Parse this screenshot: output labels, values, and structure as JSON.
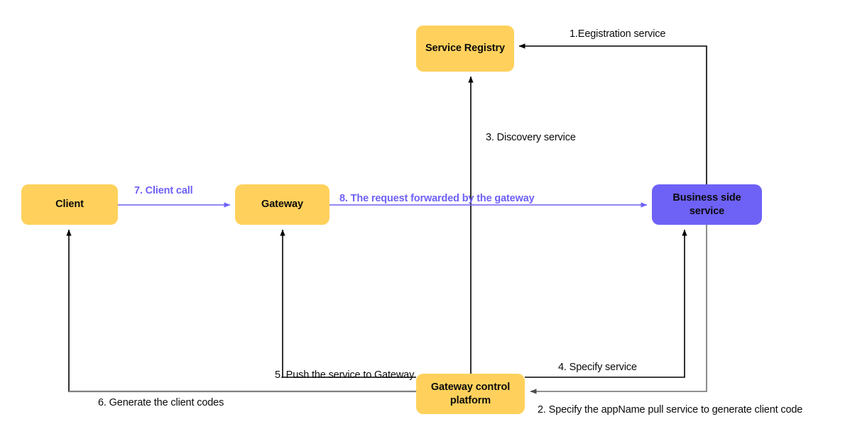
{
  "diagram": {
    "title": "Microservice gateway flow",
    "colors": {
      "node_yellow": "#FFD15C",
      "node_purple": "#6E61F6",
      "accent_text": "#6E61F6",
      "wire_black": "#000000",
      "wire_grey": "#808080",
      "background": "#FFFFFF"
    },
    "nodes": [
      {
        "id": "client",
        "label": "Client",
        "color": "yellow"
      },
      {
        "id": "gateway",
        "label": "Gateway",
        "color": "yellow"
      },
      {
        "id": "service_registry",
        "label": "Service Registry",
        "color": "yellow"
      },
      {
        "id": "business_side",
        "label": "Business side\nservice",
        "color": "purple"
      },
      {
        "id": "gateway_control",
        "label": "Gateway control\nplatform",
        "color": "yellow"
      }
    ],
    "node_labels": {
      "client": "Client",
      "gateway": "Gateway",
      "service_registry": "Service Registry",
      "business_side_line1": "Business side",
      "business_side_line2": "service",
      "gateway_control_line1": "Gateway control",
      "gateway_control_line2": "platform"
    },
    "edges": [
      {
        "n": "1",
        "label": "1.Eegistration service",
        "from": "business_side",
        "to": "service_registry",
        "style": "black"
      },
      {
        "n": "2",
        "label": "2. Specify the appName pull service to generate client code",
        "from": "business_side",
        "to": "gateway_control",
        "style": "grey"
      },
      {
        "n": "3",
        "label": "3. Discovery service",
        "from": "gateway_control",
        "to": "service_registry",
        "style": "black"
      },
      {
        "n": "4",
        "label": "4. Specify service",
        "from": "gateway_control",
        "to": "business_side",
        "style": "black"
      },
      {
        "n": "5",
        "label": "5. Push the service to Gateway",
        "from": "gateway_control",
        "to": "gateway",
        "style": "black"
      },
      {
        "n": "6",
        "label": "6. Generate the client codes",
        "from": "gateway_control",
        "to": "client",
        "style": "grey"
      },
      {
        "n": "7",
        "label": "7. Client call",
        "from": "client",
        "to": "gateway",
        "style": "accent"
      },
      {
        "n": "8",
        "label": "8. The request forwarded by the gateway",
        "from": "gateway",
        "to": "business_side",
        "style": "accent"
      }
    ],
    "edge_labels": {
      "e1": "1.Eegistration service",
      "e2": "2. Specify the appName pull service to generate client code",
      "e3": "3. Discovery service",
      "e4": "4. Specify service",
      "e5": "5. Push the service to Gateway",
      "e6": "6. Generate the client codes",
      "e7": "7. Client call",
      "e8": "8. The request forwarded by the gateway"
    }
  }
}
